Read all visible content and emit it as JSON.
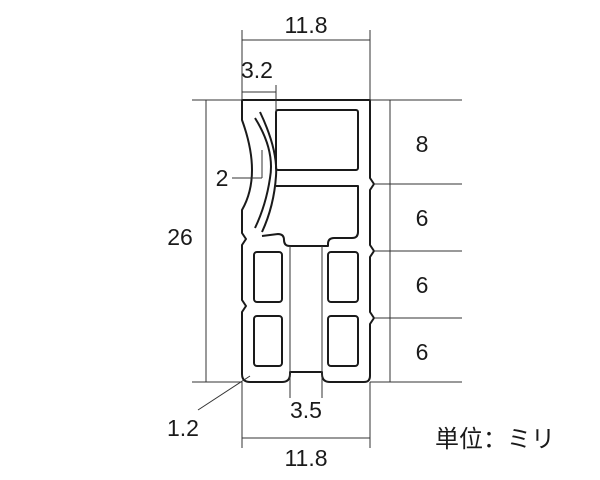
{
  "diagram": {
    "dimensions": {
      "top_width": "11.8",
      "bottom_width": "11.8",
      "lip_width": "3.2",
      "groove_depth": "2",
      "total_height": "26",
      "segment_1": "8",
      "segment_2": "6",
      "segment_3": "6",
      "segment_4": "6",
      "slot_width": "3.5",
      "wall_thickness": "1.2"
    },
    "unit_label": "単位：ミリ"
  }
}
